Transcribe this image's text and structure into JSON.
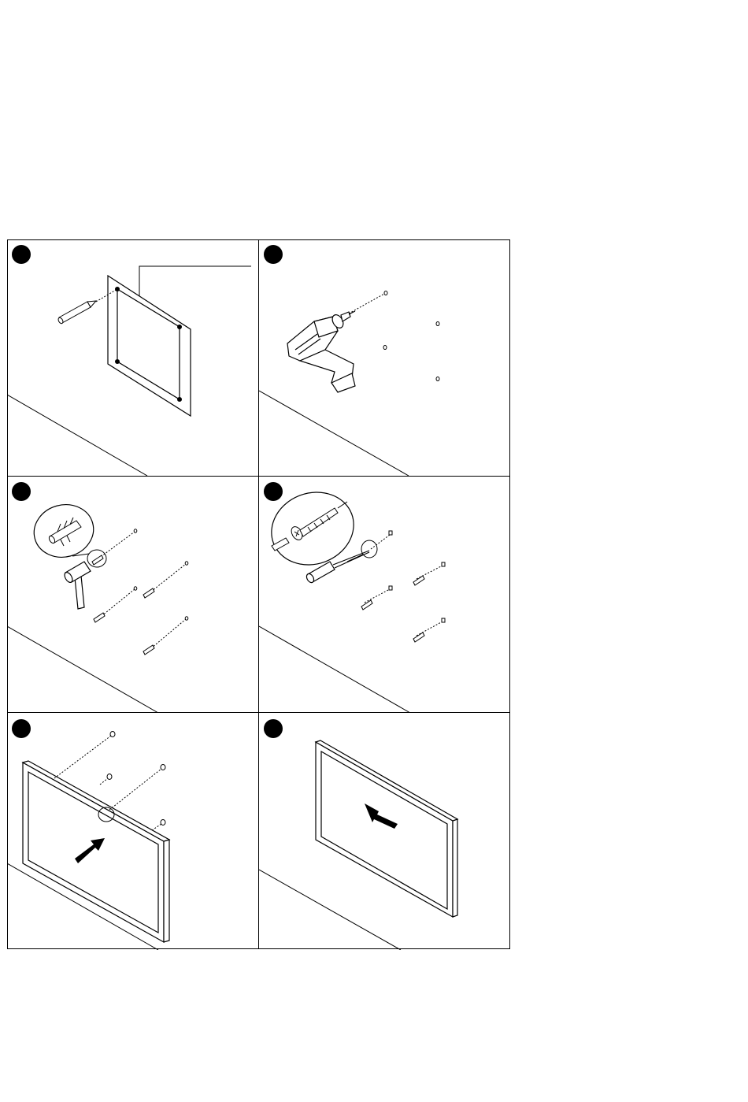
{
  "document": {
    "type": "mirror wall-mounting instructions",
    "steps": [
      {
        "number": "",
        "depicts": "template-and-pencil"
      },
      {
        "number": "",
        "depicts": "drilling-holes"
      },
      {
        "number": "",
        "depicts": "inserting-wall-plugs"
      },
      {
        "number": "",
        "depicts": "driving-screws"
      },
      {
        "number": "",
        "depicts": "hanging-mirror"
      },
      {
        "number": "",
        "depicts": "mirror-mounted"
      }
    ]
  },
  "colors": {
    "ink": "#000000",
    "paper": "#ffffff",
    "badge": "#000000"
  }
}
